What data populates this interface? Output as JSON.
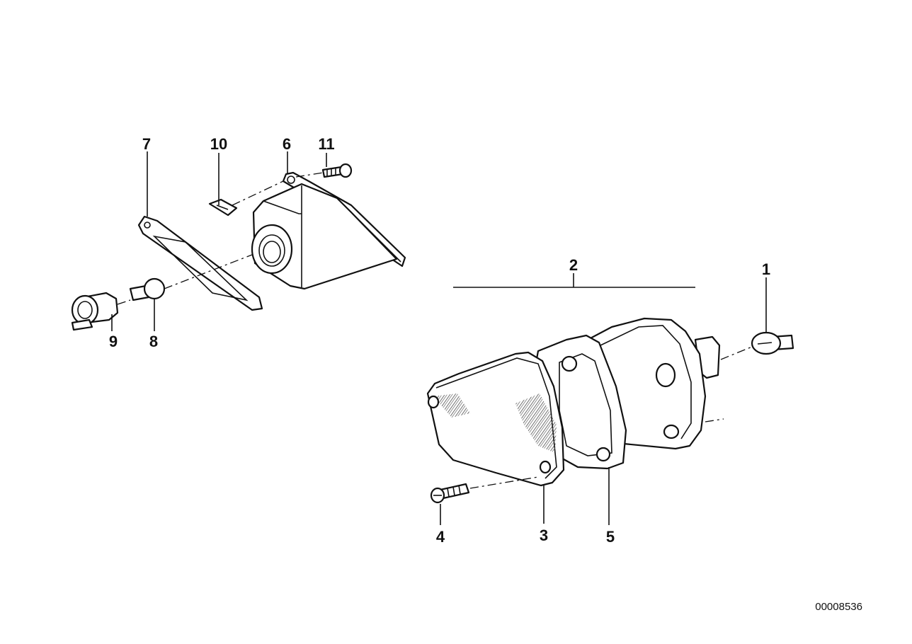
{
  "diagram": {
    "callouts": [
      {
        "id": "1",
        "label": "1"
      },
      {
        "id": "2",
        "label": "2"
      },
      {
        "id": "3",
        "label": "3"
      },
      {
        "id": "4",
        "label": "4"
      },
      {
        "id": "5",
        "label": "5"
      },
      {
        "id": "6",
        "label": "6"
      },
      {
        "id": "7",
        "label": "7"
      },
      {
        "id": "8",
        "label": "8"
      },
      {
        "id": "9",
        "label": "9"
      },
      {
        "id": "10",
        "label": "10"
      },
      {
        "id": "11",
        "label": "11"
      }
    ],
    "document_number": "00008536"
  }
}
